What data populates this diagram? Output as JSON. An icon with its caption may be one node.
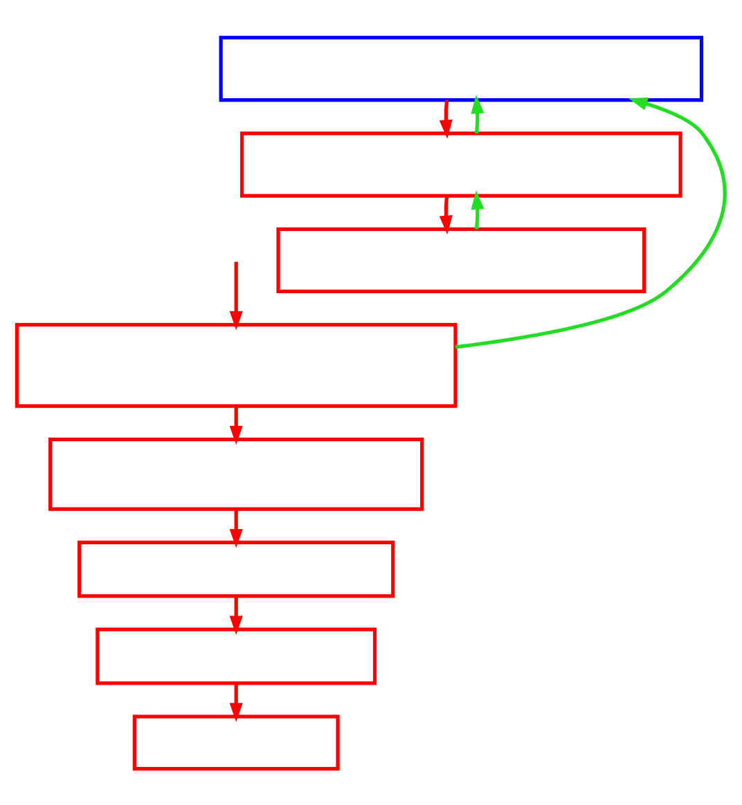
{
  "diagram": {
    "nodes": [
      {
        "text": [],
        "shape": "box"
      },
      {
        "text": [],
        "shape": "box"
      },
      {
        "text": [],
        "shape": "box"
      },
      {
        "text": [],
        "shape": "box"
      },
      {
        "text": [],
        "shape": "box"
      },
      {
        "text": [],
        "shape": "box"
      },
      {
        "text": [],
        "shape": "box"
      },
      {
        "text": [],
        "shape": "box"
      }
    ],
    "edges": [
      {
        "from": 0,
        "to": 1,
        "arrow": "to"
      },
      {
        "from": 1,
        "to": 0,
        "arrow": "to",
        "color": "#22dd22"
      },
      {
        "from": 1,
        "to": 2,
        "arrow": "to"
      },
      {
        "from": 2,
        "to": 1,
        "arrow": "to",
        "color": "#22dd22"
      },
      {
        "from": null,
        "to": 3,
        "arrow": "to"
      },
      {
        "from": 3,
        "to": 0,
        "arrow": "to",
        "color": "#22dd22"
      },
      {
        "from": 3,
        "to": 4,
        "arrow": "to"
      },
      {
        "from": 4,
        "to": 5,
        "arrow": "to"
      },
      {
        "from": 5,
        "to": 6,
        "arrow": "to"
      },
      {
        "from": 6,
        "to": 7,
        "arrow": "to"
      }
    ]
  }
}
